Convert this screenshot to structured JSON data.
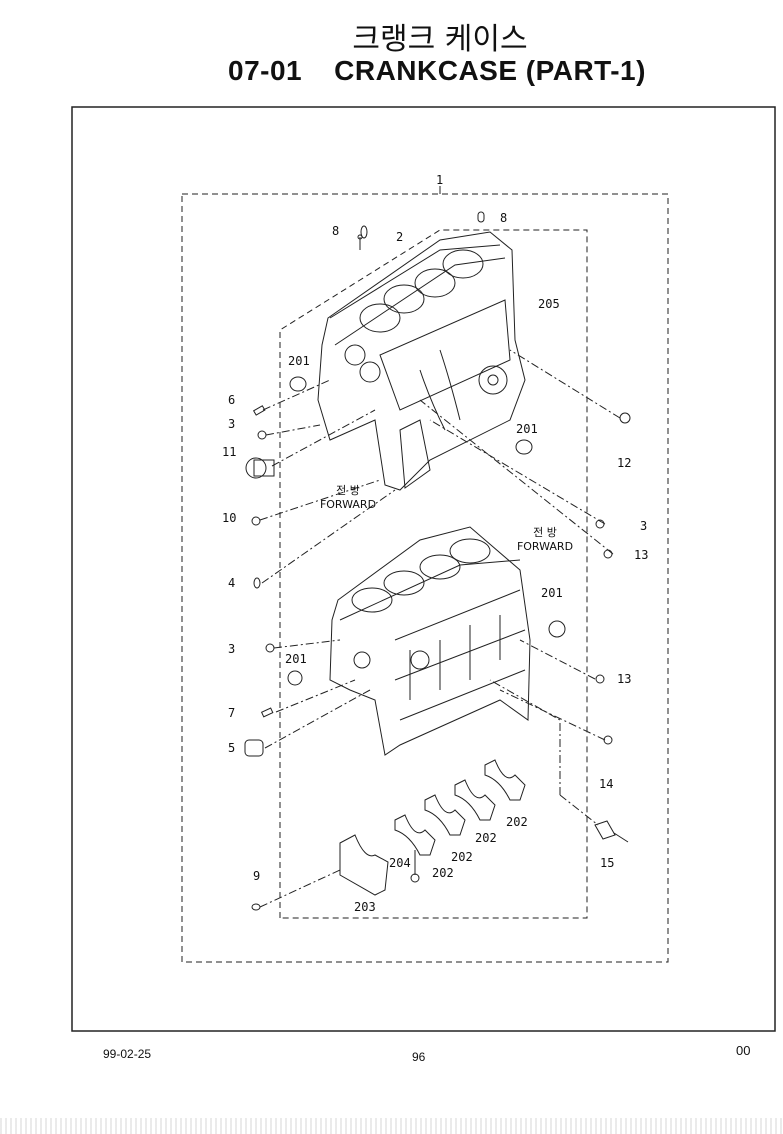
{
  "header": {
    "title_korean": "크랭크 케이스",
    "section_code": "07-01",
    "title": "CRANKCASE (PART-1)"
  },
  "diagram": {
    "forward_labels": [
      {
        "korean": "전 방",
        "english": "FORWARD"
      },
      {
        "korean": "전 방",
        "english": "FORWARD"
      }
    ],
    "callouts": [
      "1",
      "8",
      "8",
      "2",
      "205",
      "201",
      "6",
      "3",
      "11",
      "201",
      "12",
      "10",
      "3",
      "13",
      "4",
      "201",
      "3",
      "201",
      "13",
      "7",
      "5",
      "14",
      "202",
      "202",
      "202",
      "204",
      "202",
      "15",
      "9",
      "203"
    ]
  },
  "footer": {
    "date": "99-02-25",
    "page_number": "96",
    "revision": "00"
  }
}
